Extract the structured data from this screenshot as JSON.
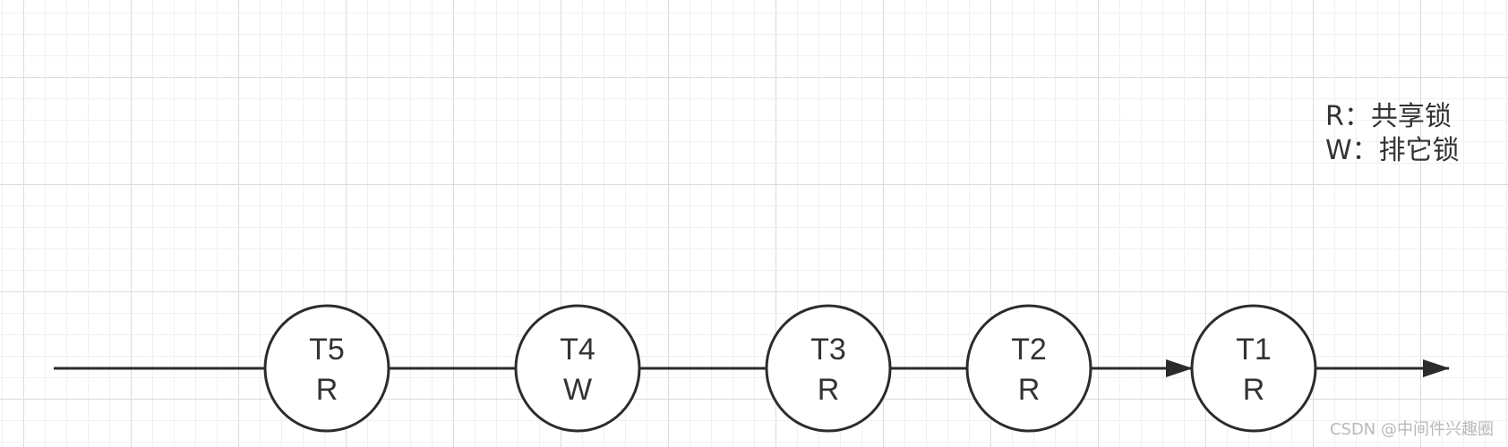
{
  "colors": {
    "stroke": "#2b2b2b",
    "text": "#333333",
    "node_fill": "#ffffff",
    "watermark": "#b8b8b8"
  },
  "nodes": [
    {
      "id": "T5",
      "lock": "R"
    },
    {
      "id": "T4",
      "lock": "W"
    },
    {
      "id": "T3",
      "lock": "R"
    },
    {
      "id": "T2",
      "lock": "R"
    },
    {
      "id": "T1",
      "lock": "R"
    }
  ],
  "legend": [
    {
      "text": "R：共享锁"
    },
    {
      "text": "W：排它锁"
    }
  ],
  "watermark": "CSDN @中间件兴趣圈"
}
